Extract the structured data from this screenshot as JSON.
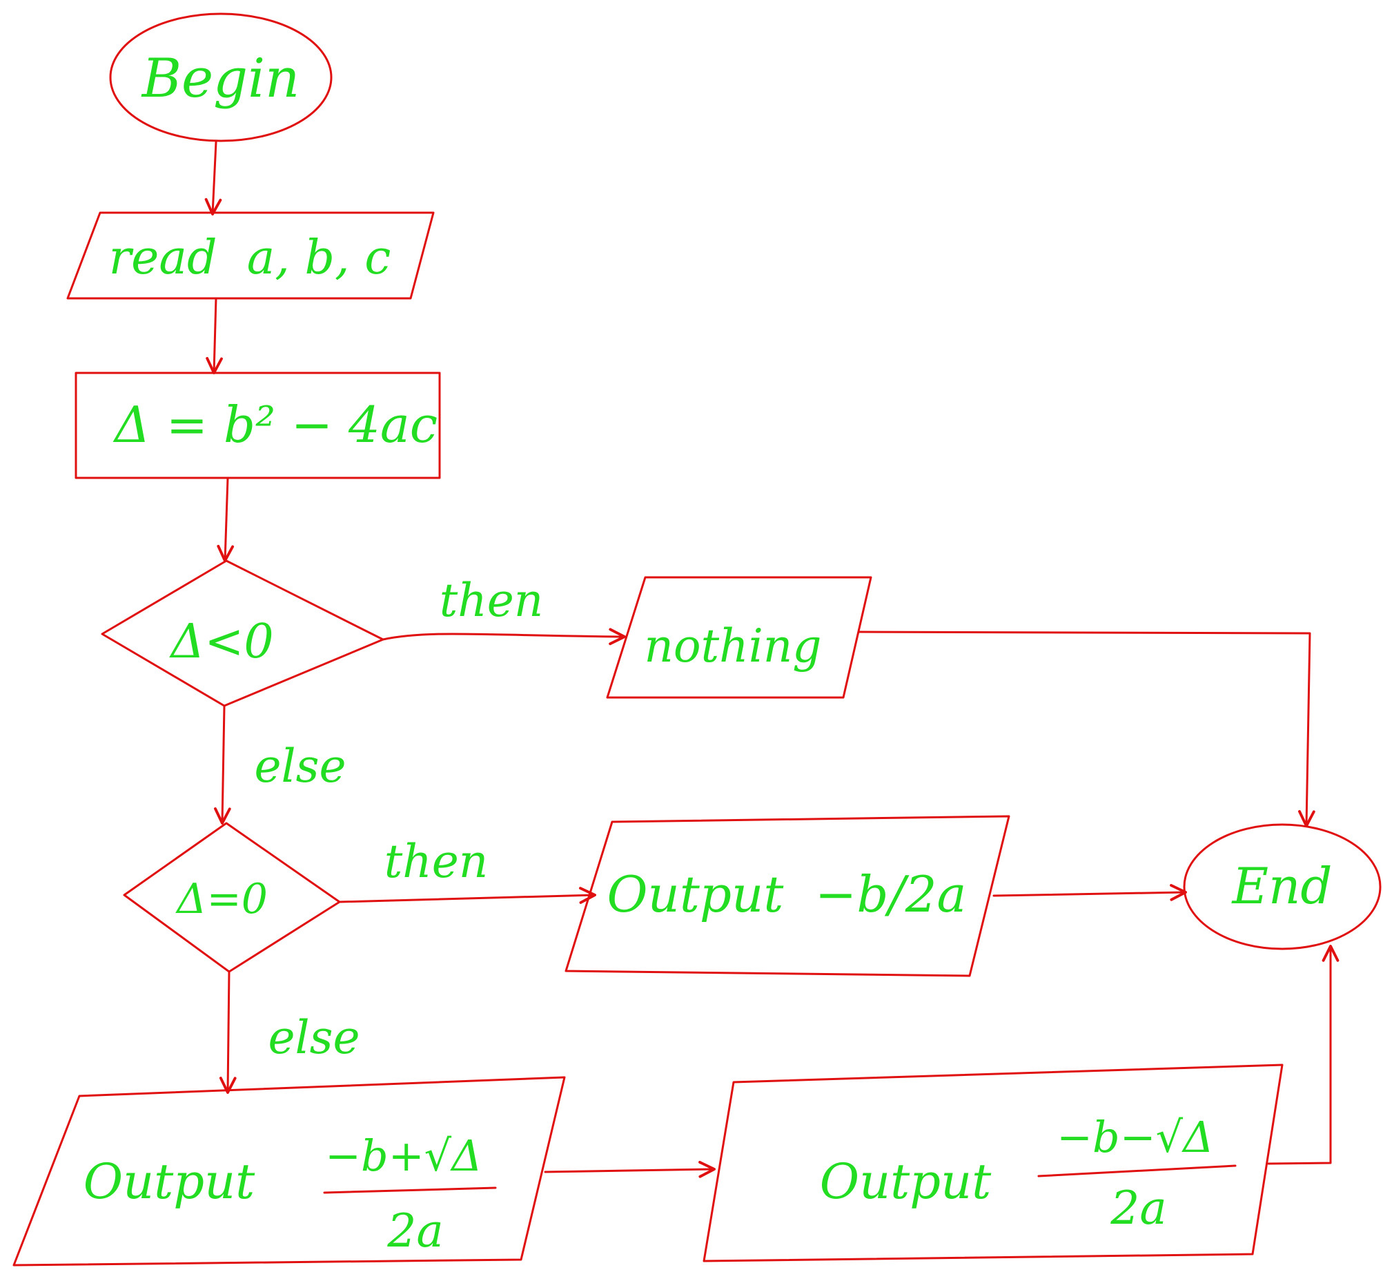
{
  "colors": {
    "shape_stroke": "#e01010",
    "text": "#22dd22",
    "background": "#ffffff"
  },
  "nodes": {
    "begin": "Begin",
    "read": "read  a, b, c",
    "delta": "Δ = b² − 4ac",
    "cond1": "Δ<0",
    "nothing": "nothing",
    "cond2": "Δ=0",
    "out_single": "Output  −b/2a",
    "end": "End",
    "out1_word": "Output",
    "out1_num": "−b+√Δ",
    "out1_den": "2a",
    "out2_word": "Output",
    "out2_num": "−b−√Δ",
    "out2_den": "2a"
  },
  "edges": {
    "then1": "then",
    "else1": "else",
    "then2": "then",
    "else2": "else"
  }
}
